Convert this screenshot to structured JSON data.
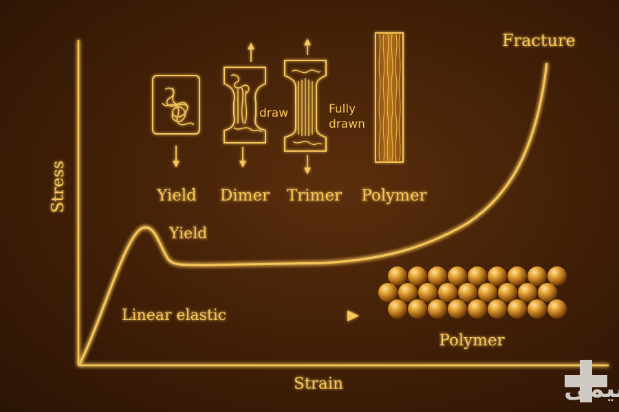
{
  "axes": {
    "x_label": "Strain",
    "y_label": "Stress"
  },
  "curve_labels": {
    "yield": "Yield",
    "fracture": "Fracture",
    "linear_elastic": "Linear elastic"
  },
  "specimens": [
    {
      "caption": "Yield",
      "side_label": ""
    },
    {
      "caption": "Dimer",
      "side_label": "draw"
    },
    {
      "caption": "Trimer",
      "side_label": "Fully drawn"
    },
    {
      "caption": "Polymer",
      "side_label": ""
    }
  ],
  "specimen_side": {
    "dimer": "draw",
    "trimer_line1": "Fully",
    "trimer_line2": "drawn"
  },
  "spheres": {
    "label": "Polymer",
    "rows": 3,
    "per_row": [
      9,
      9,
      9
    ]
  },
  "logo": {
    "text": "دارا شیمی",
    "mark": "plus-mark"
  },
  "colors": {
    "glow": "#f7c75a",
    "background": "#3f1e07",
    "logo": "#cfcac4"
  }
}
